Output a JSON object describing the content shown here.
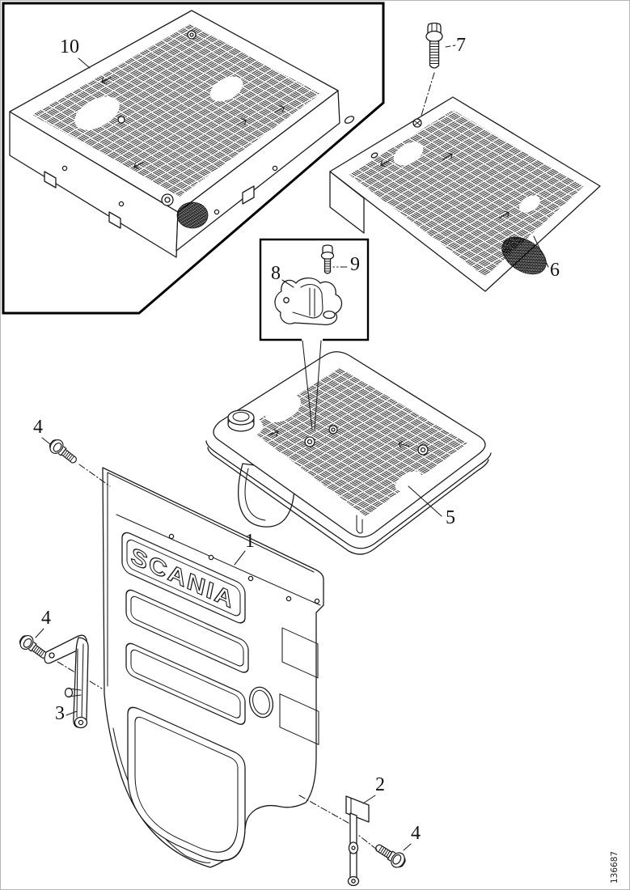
{
  "diagram": {
    "brand_logo": "SCANIA",
    "figure_number": "136687",
    "colors": {
      "line": "#1a1a1a",
      "background": "#ffffff"
    },
    "callouts": [
      {
        "ref": "10"
      },
      {
        "ref": "7"
      },
      {
        "ref": "6"
      },
      {
        "ref": "8"
      },
      {
        "ref": "9"
      },
      {
        "ref": "5"
      },
      {
        "ref": "4"
      },
      {
        "ref": "1"
      },
      {
        "ref": "4"
      },
      {
        "ref": "3"
      },
      {
        "ref": "2"
      },
      {
        "ref": "4"
      }
    ]
  }
}
